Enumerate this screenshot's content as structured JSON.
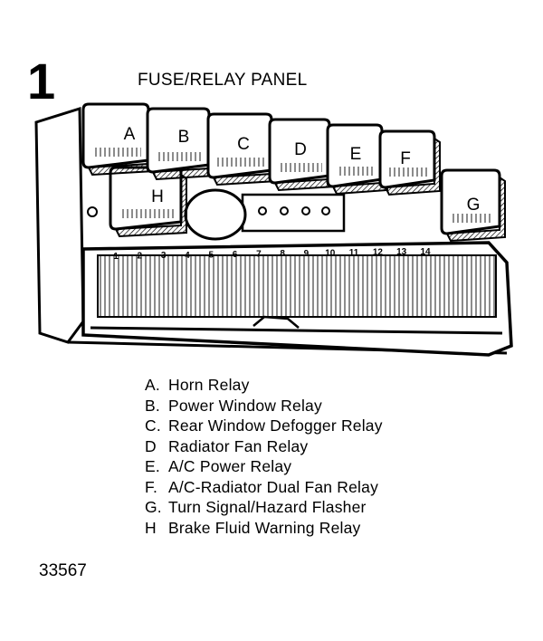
{
  "figure": {
    "number": "1",
    "title": "FUSE/RELAY PANEL",
    "id": "33567"
  },
  "relays": [
    {
      "key": "A",
      "label": "A",
      "desc": "Horn Relay"
    },
    {
      "key": "B",
      "label": "B",
      "desc": "Power Window Relay"
    },
    {
      "key": "C",
      "label": "C",
      "desc": "Rear Window Defogger Relay"
    },
    {
      "key": "D",
      "label": "D",
      "desc": "Radiator Fan Relay"
    },
    {
      "key": "E",
      "label": "E",
      "desc": "A/C Power Relay"
    },
    {
      "key": "F",
      "label": "F",
      "desc": "A/C-Radiator Dual Fan Relay"
    },
    {
      "key": "G",
      "label": "G",
      "desc": "Turn Signal/Hazard Flasher"
    },
    {
      "key": "H",
      "label": "H",
      "desc": "Brake Fluid Warning Relay"
    }
  ],
  "legend": [
    {
      "key": "A.",
      "text": "Horn Relay"
    },
    {
      "key": "B.",
      "text": "Power Window Relay"
    },
    {
      "key": "C.",
      "text": "Rear Window Defogger Relay"
    },
    {
      "key": "D",
      "text": "Radiator Fan Relay"
    },
    {
      "key": "E.",
      "text": "A/C Power Relay"
    },
    {
      "key": "F.",
      "text": "A/C-Radiator Dual Fan Relay"
    },
    {
      "key": "G.",
      "text": "Turn Signal/Hazard Flasher"
    },
    {
      "key": "H",
      "text": "Brake Fluid Warning Relay"
    }
  ],
  "fuses": [
    "1",
    "2",
    "3",
    "4",
    "5",
    "6",
    "7",
    "8",
    "9",
    "10",
    "11",
    "12",
    "13",
    "14"
  ]
}
